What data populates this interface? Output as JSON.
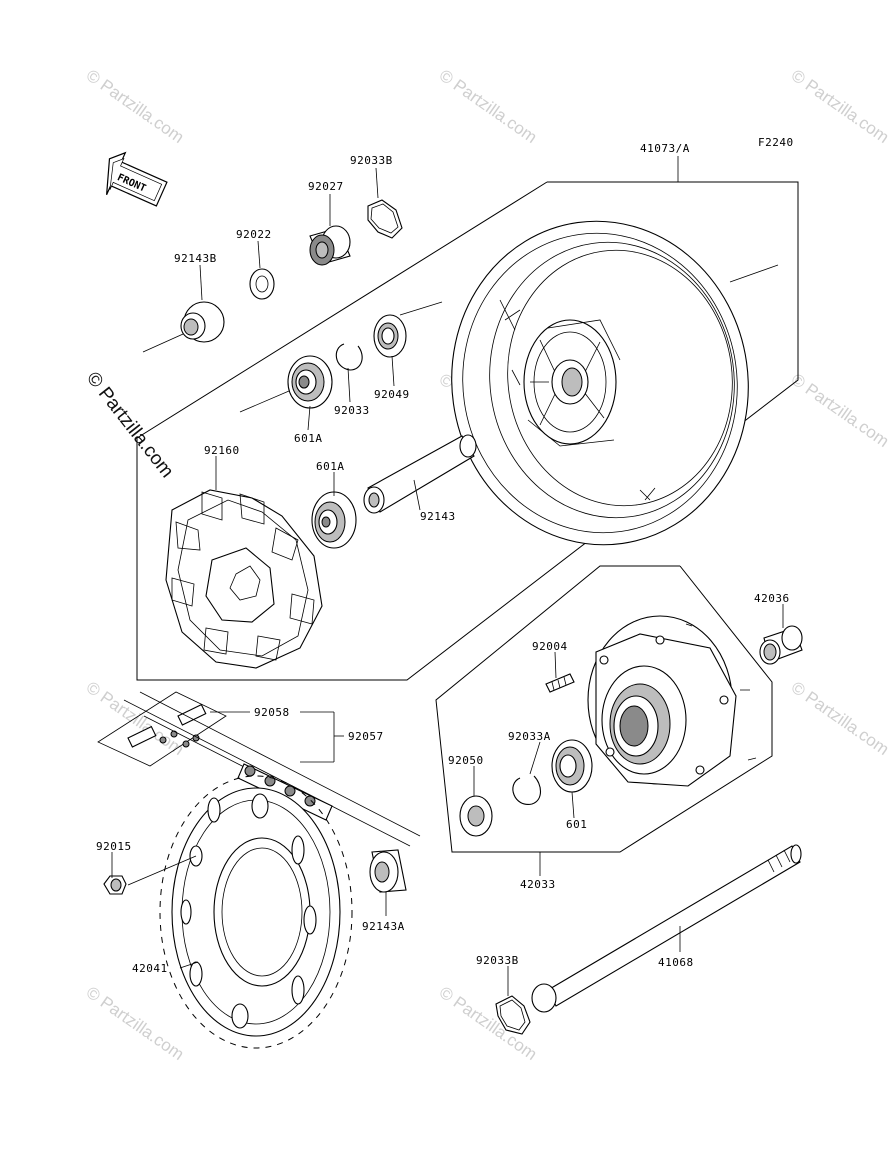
{
  "diagram": {
    "code": "F2240",
    "front_label": "FRONT",
    "watermarks": [
      "© Partzilla.com",
      "© Partzilla.com",
      "© Partzilla.com",
      "© Partzilla.com",
      "© Partzilla.com",
      "© Partzilla.com",
      "© Partzilla.com",
      "© Partzilla.com",
      "© Partzilla.com"
    ],
    "brand_watermark": "© Partzilla.com",
    "labels": {
      "p41073a": "41073/A",
      "p92033b_top": "92033B",
      "p92027": "92027",
      "p92022": "92022",
      "p92143b": "92143B",
      "p92033": "92033",
      "p92049": "92049",
      "p601a_top": "601A",
      "p92160": "92160",
      "p601a_mid": "601A",
      "p92143": "92143",
      "p42036": "42036",
      "p92004": "92004",
      "p92058": "92058",
      "p92057": "92057",
      "p92033a": "92033A",
      "p92050": "92050",
      "p601": "601",
      "p42033": "42033",
      "p92015": "92015",
      "p92143a": "92143A",
      "p42041": "42041",
      "p92033b_bottom": "92033B",
      "p41068": "41068"
    }
  }
}
